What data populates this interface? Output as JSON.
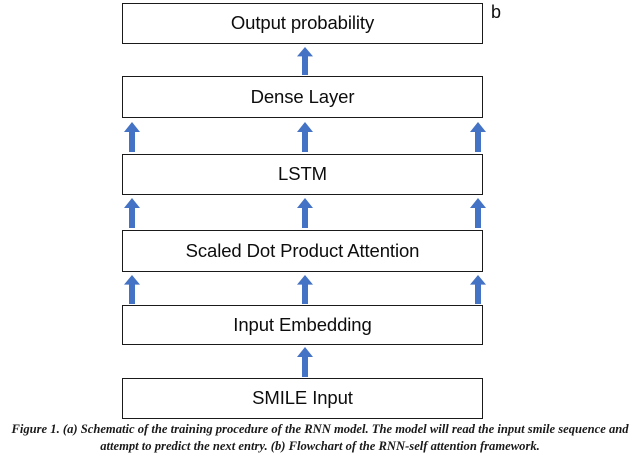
{
  "figure": {
    "panel_label": "b",
    "caption": "Figure 1. (a) Schematic of the training procedure of the RNN model. The model will read the input smile sequence and attempt to predict the next entry. (b) Flowchart of the RNN-self attention framework.",
    "accent_color": "#4472C4",
    "box_border_color": "#1A1A1A",
    "box_fill_color": "#FFFFFF",
    "text_color": "#0D0D0D",
    "blocks": [
      {
        "id": "output-probability",
        "label": "Output probability"
      },
      {
        "id": "dense-layer",
        "label": "Dense Layer"
      },
      {
        "id": "lstm",
        "label": "LSTM"
      },
      {
        "id": "attention",
        "label": "Scaled Dot Product Attention"
      },
      {
        "id": "input-embedding",
        "label": "Input Embedding"
      },
      {
        "id": "smile-input",
        "label": "SMILE Input"
      }
    ],
    "connectors": [
      {
        "id": "smile-to-embedding",
        "from": "smile-input",
        "to": "input-embedding",
        "count": 1,
        "icon": "up-arrow-icon"
      },
      {
        "id": "embedding-to-attention",
        "from": "input-embedding",
        "to": "attention",
        "count": 3,
        "icon": "up-arrow-icon"
      },
      {
        "id": "attention-to-lstm",
        "from": "attention",
        "to": "lstm",
        "count": 3,
        "icon": "up-arrow-icon"
      },
      {
        "id": "lstm-to-dense",
        "from": "lstm",
        "to": "dense-layer",
        "count": 3,
        "icon": "up-arrow-icon"
      },
      {
        "id": "dense-to-output",
        "from": "dense-layer",
        "to": "output-probability",
        "count": 1,
        "icon": "up-arrow-icon"
      }
    ]
  }
}
